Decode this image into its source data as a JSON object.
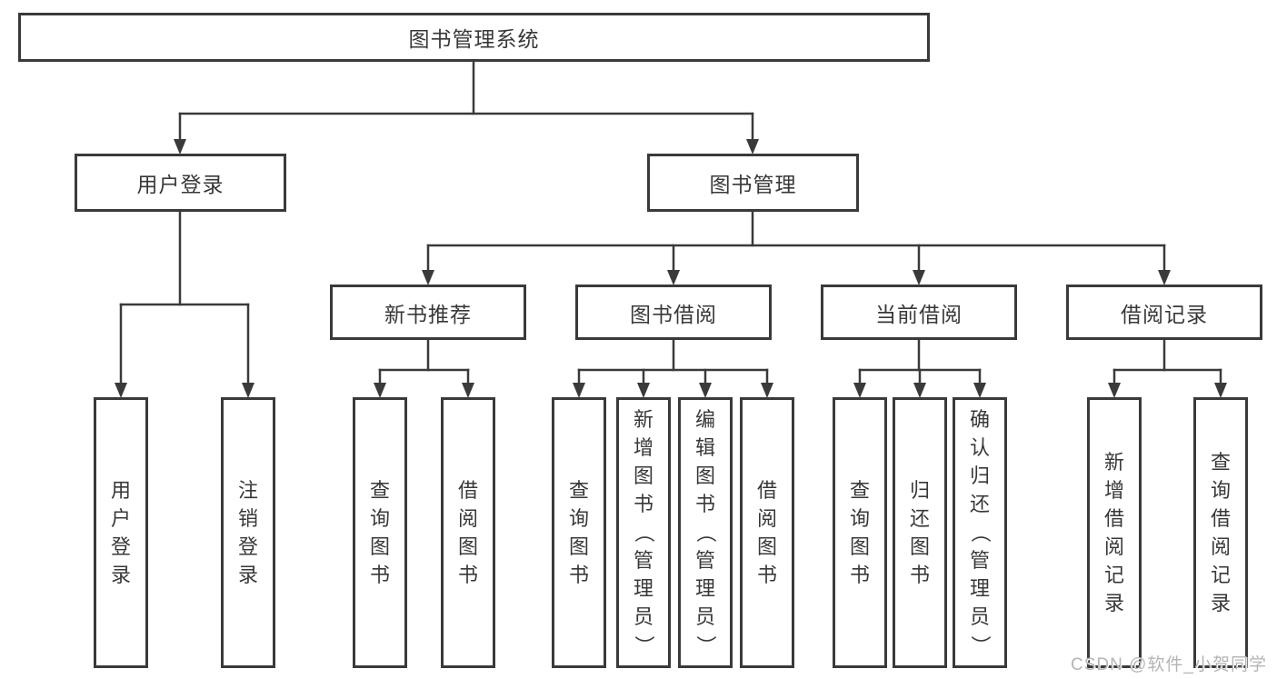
{
  "diagram": {
    "root": {
      "label": "图书管理系统"
    },
    "level2": [
      {
        "label": "用户登录"
      },
      {
        "label": "图书管理"
      }
    ],
    "level3": [
      {
        "label": "新书推荐"
      },
      {
        "label": "图书借阅"
      },
      {
        "label": "当前借阅"
      },
      {
        "label": "借阅记录"
      }
    ],
    "leaves": {
      "user_login": [
        "用户登录",
        "注销登录"
      ],
      "new_book": [
        "查询图书",
        "借阅图书"
      ],
      "book_borrow": [
        "查询图书",
        "新增图书（管理员）",
        "编辑图书（管理员）",
        "借阅图书"
      ],
      "current_borrow": [
        "查询图书",
        "归还图书",
        "确认归还（管理员）"
      ],
      "borrow_records": [
        "新增借阅记录",
        "查询借阅记录"
      ]
    }
  },
  "watermark": "CSDN @软件_小贺同学",
  "colors": {
    "line": "#3a3a3a",
    "text": "#383838",
    "watermark": "#b5b5b5",
    "background": "#ffffff"
  }
}
